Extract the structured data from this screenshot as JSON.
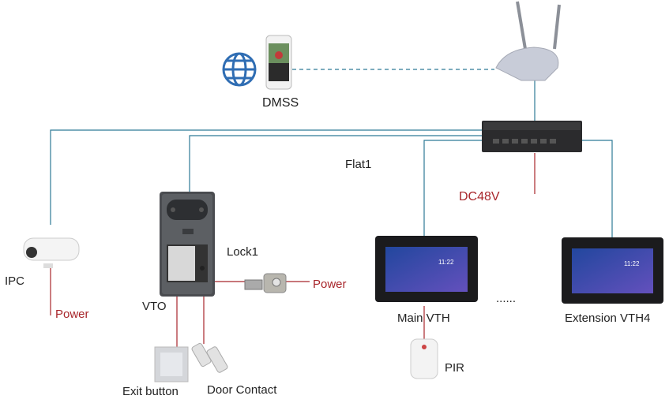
{
  "labels": {
    "dmss": "DMSS",
    "flat": "Flat1",
    "dc": "DC48V",
    "ipc": "IPC",
    "ipc_power": "Power",
    "vto": "VTO",
    "lock": "Lock1",
    "lock_power": "Power",
    "main_vth": "Main VTH",
    "ellipsis": "......",
    "ext_vth": "Extension VTH4",
    "pir": "PIR",
    "exit_button": "Exit button",
    "door_contact": "Door Contact"
  },
  "vth_screen": {
    "clock": "11:22"
  },
  "colors": {
    "network_line": "#2e7a96",
    "power_line": "#a8262b",
    "globe": "#2f6db3"
  }
}
